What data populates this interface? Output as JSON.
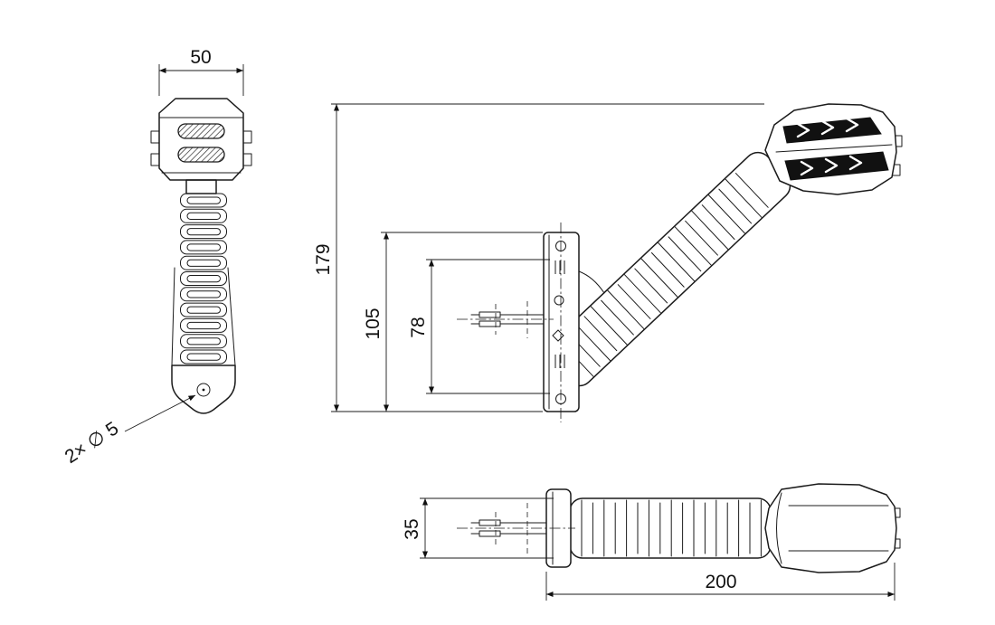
{
  "drawing": {
    "type": "technical-drawing-3-views",
    "dims": {
      "front_width": "50",
      "hole_note": "2× ∅ 5",
      "total_height": "179",
      "bracket_height": "105",
      "inner_height": "78",
      "body_height": "35",
      "total_length": "200"
    }
  }
}
